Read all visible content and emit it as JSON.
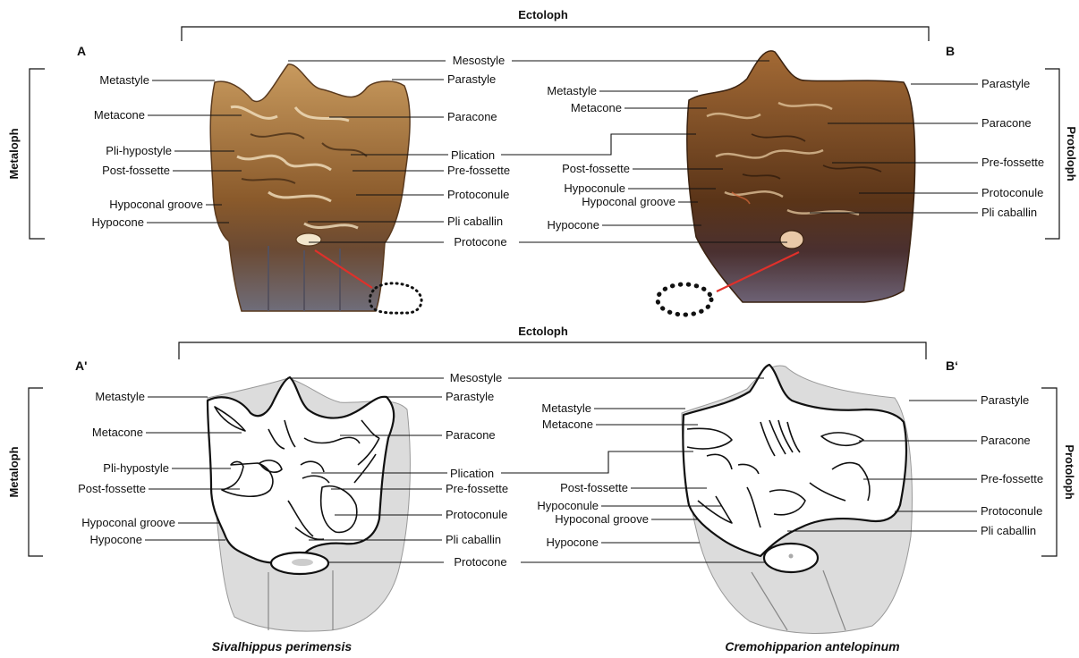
{
  "panels": {
    "a": "A",
    "b": "B",
    "a_prime": "A'",
    "b_prime": "B‘"
  },
  "groups": {
    "ectoloph": "Ectoloph",
    "metaloph": "Metaloph",
    "protoloph": "Protoloph"
  },
  "labels": {
    "mesostyle": "Mesostyle",
    "metastyle": "Metastyle",
    "parastyle": "Parastyle",
    "metacone": "Metacone",
    "paracone": "Paracone",
    "pli_hypostyle": "Pli-hypostyle",
    "plication": "Plication",
    "post_fossette": "Post-fossette",
    "pre_fossette": "Pre-fossette",
    "hypoconal_groove": "Hypoconal groove",
    "protoconule": "Protoconule",
    "hypocone": "Hypocone",
    "pli_caballin": "Pli caballin",
    "protocone": "Protocone",
    "hypoconule": "Hypoconule"
  },
  "species": {
    "left": "Sivalhippus perimensis",
    "right": "Cremohipparion antelopinum"
  },
  "colors": {
    "tooth_a": "#8a5a2b",
    "tooth_b": "#5a3418",
    "root": "#6f6d7a",
    "indicator_line": "#e0302a"
  }
}
